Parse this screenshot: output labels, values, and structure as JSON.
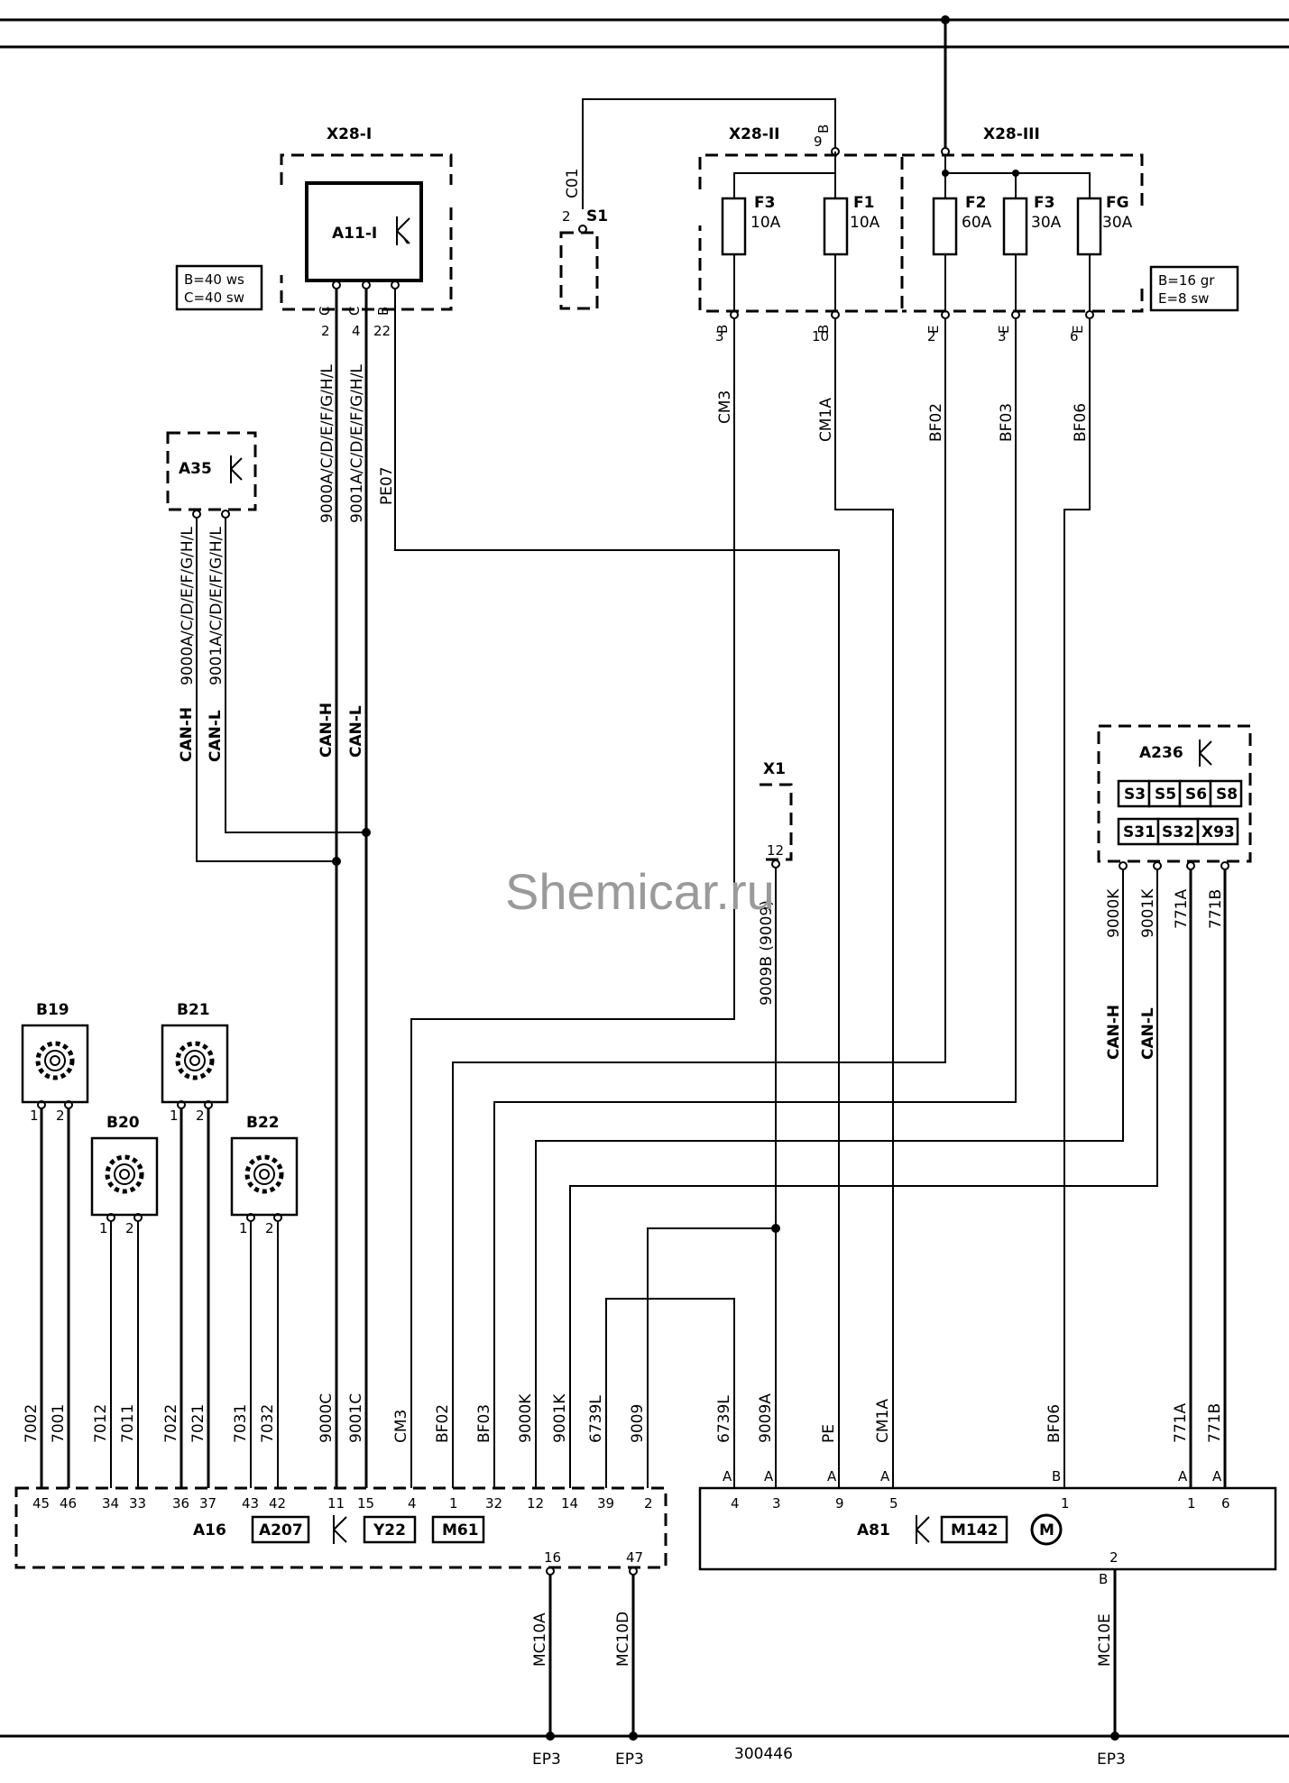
{
  "components": {
    "x28_1": {
      "title": "X28-I",
      "note1": "B=40 ws",
      "note2": "C=40 sw",
      "pins": [
        "C",
        "2",
        "C",
        "4",
        "B",
        "22"
      ]
    },
    "a11": {
      "label": "A11-I"
    },
    "s1": {
      "label": "S1",
      "pin": "2",
      "wire": "C01"
    },
    "x28_2": {
      "title": "X28-II",
      "top_pin": "B",
      "top_pin_num": "9",
      "fuses": [
        {
          "name": "F3",
          "rating": "10A"
        },
        {
          "name": "F1",
          "rating": "10A"
        }
      ],
      "pins": [
        {
          "letter": "B",
          "num": "3"
        },
        {
          "letter": "B",
          "num": "10"
        }
      ]
    },
    "x28_3": {
      "title": "X28-III",
      "note1": "B=16 gr",
      "note2": "E=8 sw",
      "fuses": [
        {
          "name": "F2",
          "rating": "60A"
        },
        {
          "name": "F3",
          "rating": "30A"
        },
        {
          "name": "FG",
          "rating": "30A"
        }
      ],
      "pins": [
        {
          "letter": "E",
          "num": "2"
        },
        {
          "letter": "E",
          "num": "3"
        },
        {
          "letter": "E",
          "num": "6"
        }
      ]
    },
    "a35": {
      "label": "A35"
    },
    "a236": {
      "label": "A236",
      "row1": [
        "S3",
        "S5",
        "S6",
        "S8"
      ],
      "row2": [
        "S31",
        "S32",
        "X93"
      ]
    },
    "x1": {
      "label": "X1",
      "pin": "12"
    },
    "b19": {
      "label": "B19",
      "pins": [
        "1",
        "2"
      ]
    },
    "b20": {
      "label": "B20",
      "pins": [
        "1",
        "2"
      ]
    },
    "b21": {
      "label": "B21",
      "pins": [
        "1",
        "2"
      ]
    },
    "b22": {
      "label": "B22",
      "pins": [
        "1",
        "2"
      ]
    },
    "a16": {
      "label": "A16",
      "tags": [
        "A207",
        "Y22",
        "M61"
      ],
      "pins": [
        "45",
        "46",
        "34",
        "33",
        "36",
        "37",
        "43",
        "42",
        "11",
        "15",
        "4",
        "1",
        "32",
        "12",
        "14",
        "39",
        "2"
      ],
      "bottom_pins": [
        "16",
        "47"
      ]
    },
    "a81": {
      "label": "A81",
      "tag": "M142",
      "motor": "M",
      "pins": [
        "4",
        "3",
        "9",
        "5",
        "1",
        "1",
        "6"
      ],
      "pin_letters": [
        "A",
        "A",
        "A",
        "A",
        "B",
        "A",
        "A"
      ],
      "bottom_pin": "2",
      "bottom_letter": "B"
    }
  },
  "wires": {
    "x28_1_w1": "9000A/C/D/E/F/G/H/L",
    "x28_1_w2": "9001A/C/D/E/F/G/H/L",
    "x28_1_w3": "PE07",
    "a35_w1": "9000A/C/D/E/F/G/H/L",
    "a35_w2": "9001A/C/D/E/F/G/H/L",
    "can_h": "CAN-H",
    "can_l": "CAN-L",
    "cm3": "CM3",
    "cm1a": "CM1A",
    "bf02": "BF02",
    "bf03": "BF03",
    "bf06": "BF06",
    "x1_wire": "9009B (9009)",
    "a236_w1": "9000K",
    "a236_w2": "9001K",
    "a236_w3": "771A",
    "a236_w4": "771B",
    "a16_wires": [
      "7002",
      "7001",
      "7012",
      "7011",
      "7022",
      "7021",
      "7031",
      "7032",
      "9000C",
      "9001C",
      "CM3",
      "BF02",
      "BF03",
      "9000K",
      "9001K",
      "6739L",
      "9009"
    ],
    "a81_wires": [
      "6739L",
      "9009A",
      "PE",
      "CM1A",
      "BF06",
      "771A",
      "771B"
    ],
    "ground_wires": [
      "MC10A",
      "MC10D",
      "MC10E"
    ]
  },
  "grounds": [
    "EP3",
    "EP3",
    "EP3"
  ],
  "reference": "300446",
  "watermark": "Shemicar.ru"
}
